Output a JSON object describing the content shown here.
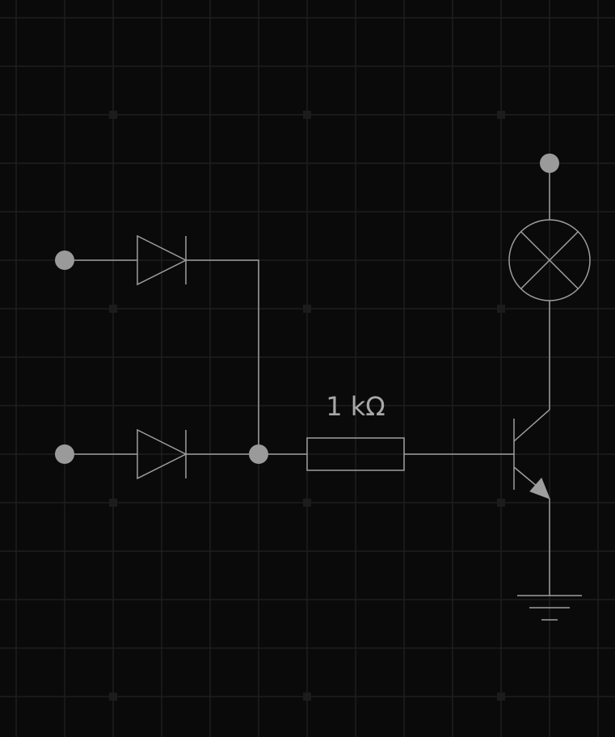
{
  "canvas": {
    "background_color": "#0a0a0a",
    "grid_color": "#1e1e1e",
    "wire_color": "#9e9e9e",
    "node_color": "#9a9a9a"
  },
  "circuit": {
    "resistor": {
      "value_label": "1 kΩ"
    },
    "components": [
      "input-terminal-top",
      "input-terminal-bottom",
      "diode-top",
      "diode-bottom",
      "junction-node",
      "resistor",
      "npn-transistor",
      "lamp",
      "supply-terminal",
      "ground"
    ]
  }
}
